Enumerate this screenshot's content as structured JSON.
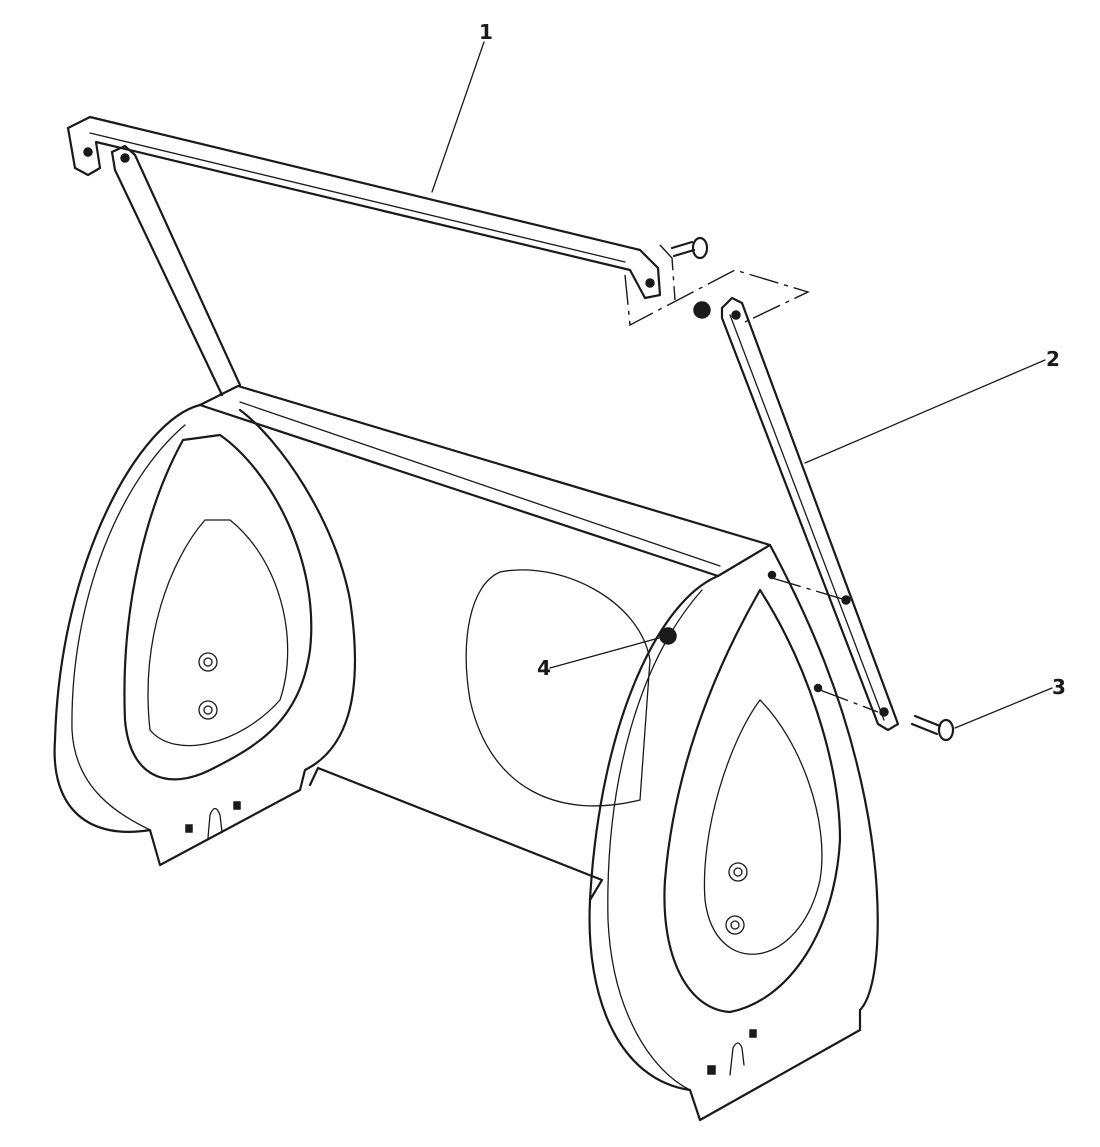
{
  "diagram": {
    "type": "exploded parts diagram",
    "subject": "Handle / frame assembly with two teardrop side plates",
    "callouts": [
      {
        "id": "callout-1",
        "label": "1",
        "part": "upper cross handle bar"
      },
      {
        "id": "callout-2",
        "label": "2",
        "part": "side support strap"
      },
      {
        "id": "callout-3",
        "label": "3",
        "part": "carriage bolt"
      },
      {
        "id": "callout-4",
        "label": "4",
        "part": "nut"
      }
    ],
    "colors": {
      "ink": "#1a1a1a",
      "paper": "#ffffff"
    }
  }
}
